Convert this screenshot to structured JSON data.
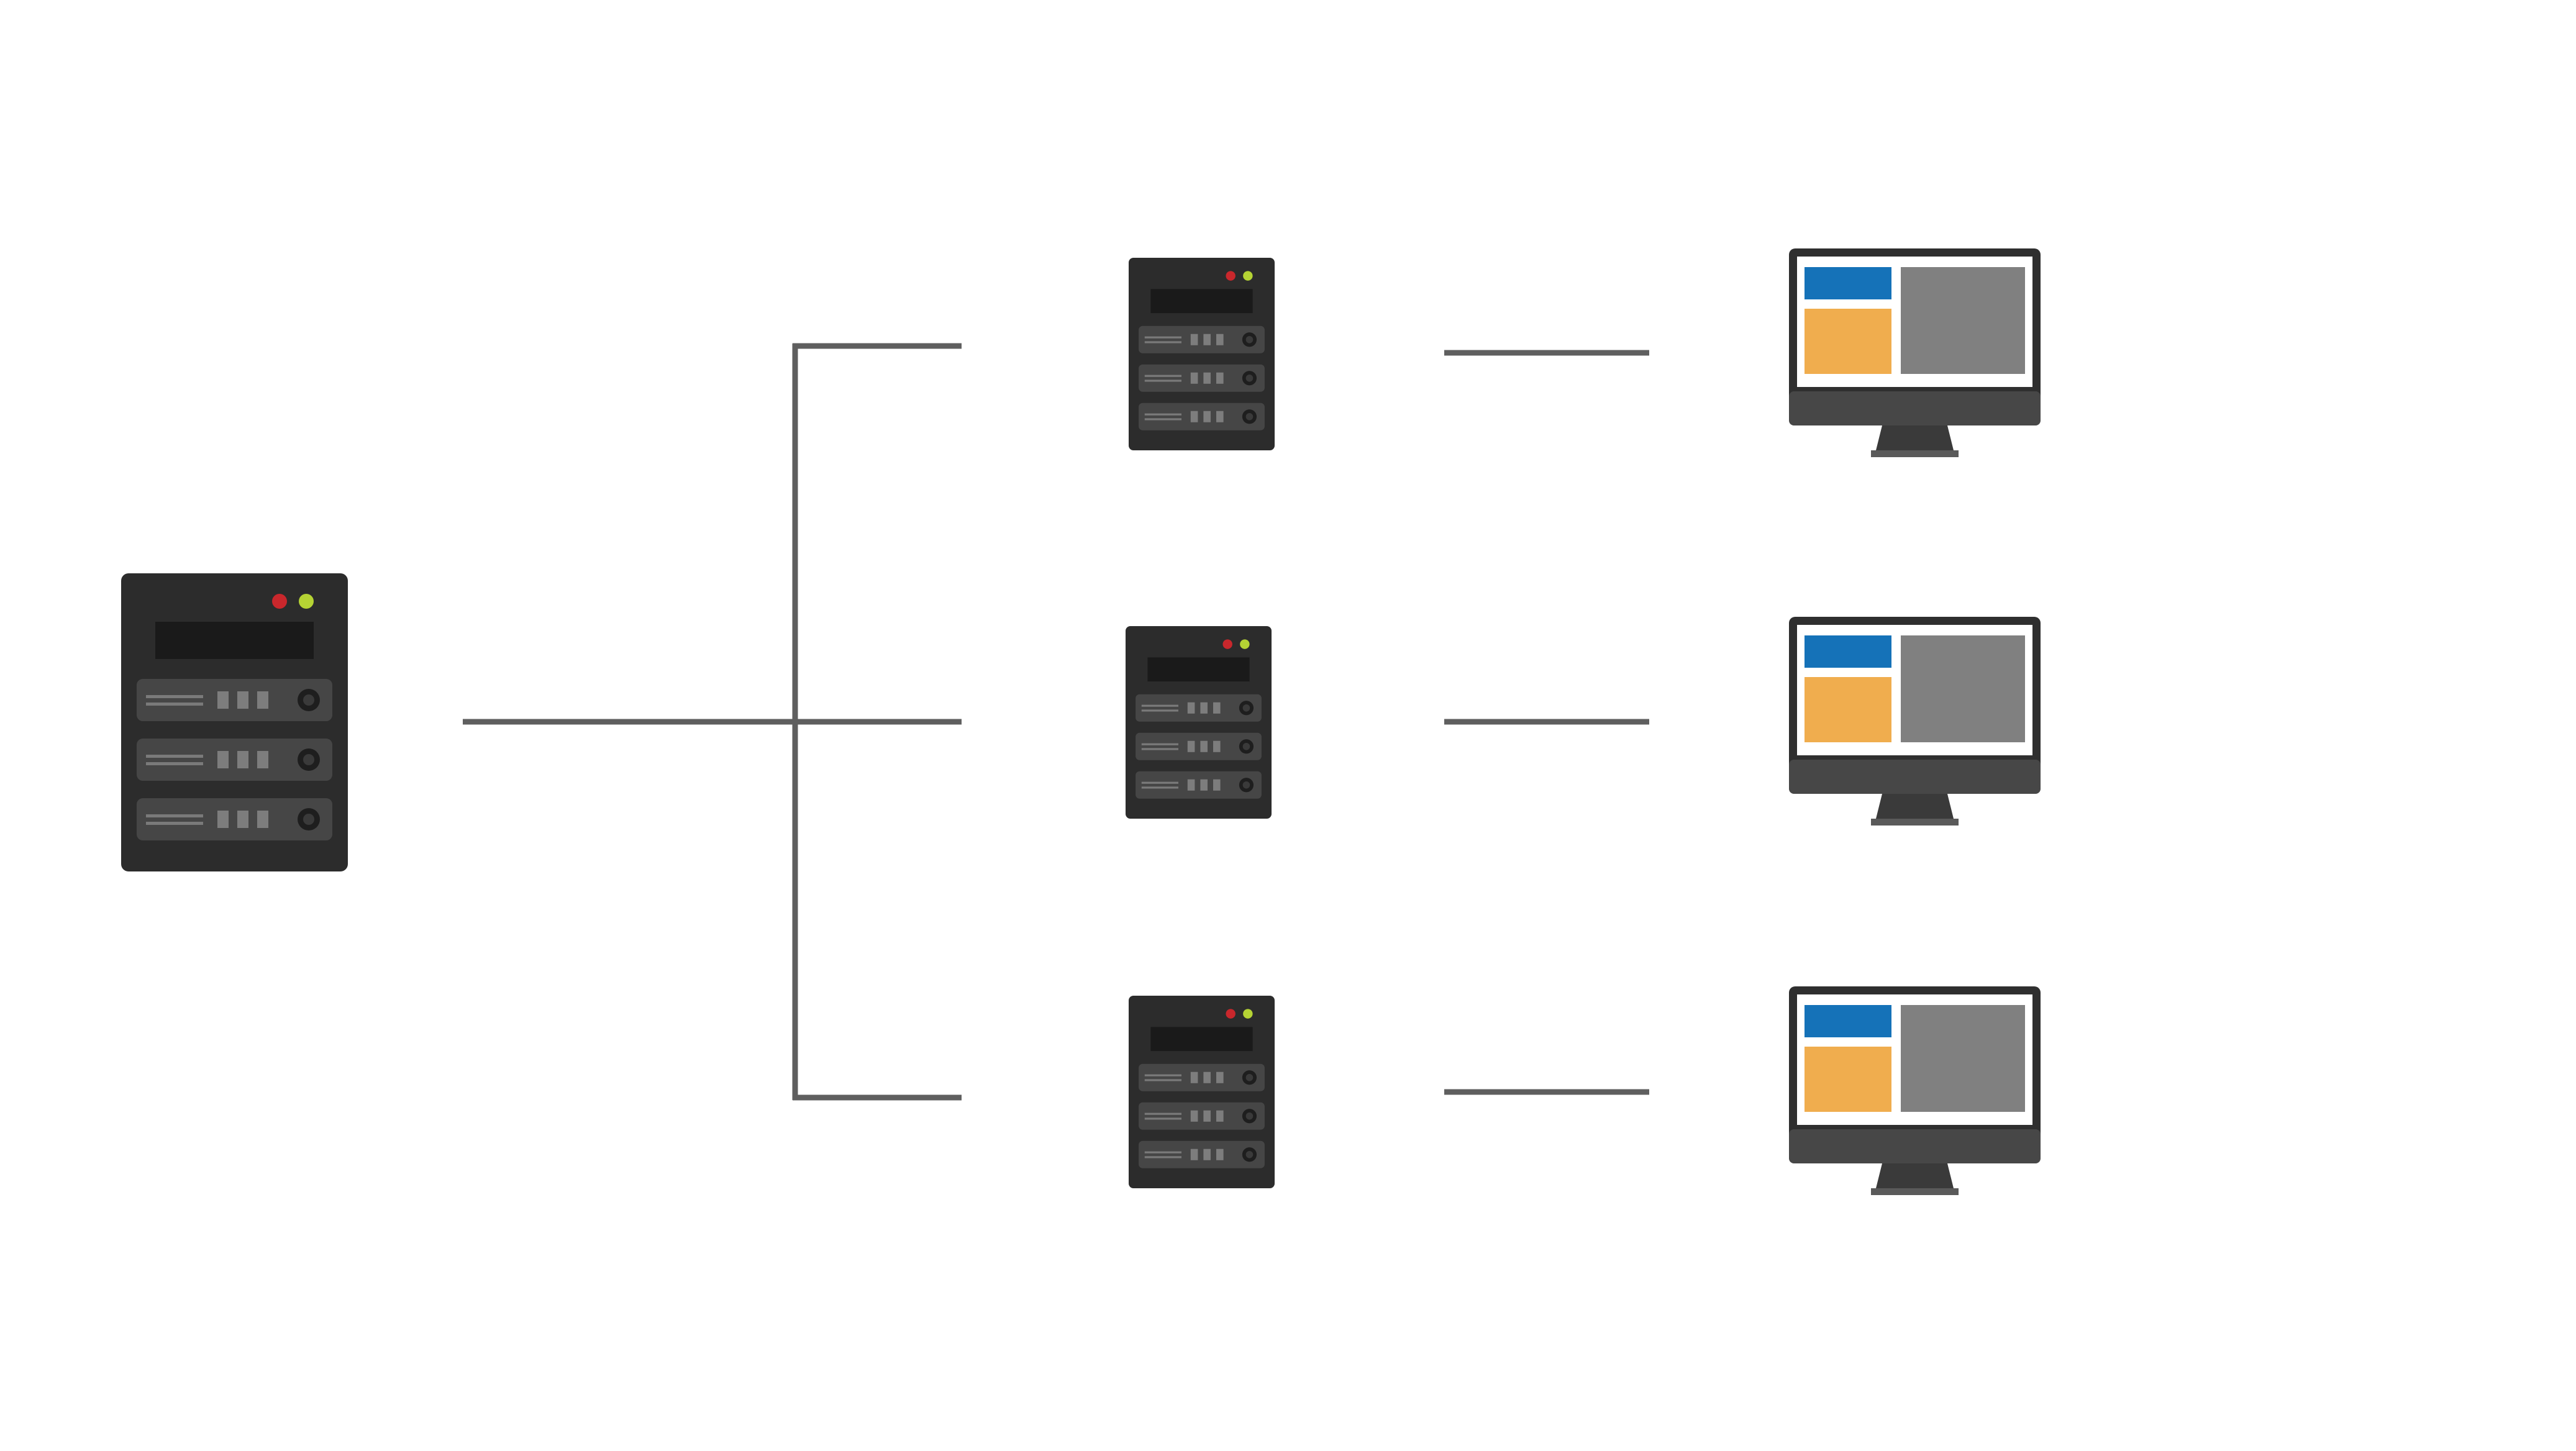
{
  "colors": {
    "background": "#ffffff",
    "connector": "#5f5f5f",
    "server_body": "#2c2c2c",
    "server_display": "#1a1a1a",
    "server_bay": "#464646",
    "server_slot_line": "#7a7a7a",
    "server_port": "#7d7d7d",
    "server_knob": "#1e1e1e",
    "led_red": "#c9272c",
    "led_green": "#b5d334",
    "monitor_frame": "#2f2f2f",
    "monitor_chin": "#474747",
    "monitor_screen": "#ffffff",
    "panel_blue": "#1572b8",
    "panel_orange": "#f0ad4e",
    "panel_gray": "#808080",
    "stand": "#3a3a3a",
    "stand_base": "#5a5a5a"
  },
  "nodes": [
    {
      "id": "main",
      "kind": "server",
      "icon": "main-server-icon"
    },
    {
      "id": "s1",
      "kind": "server",
      "icon": "server-icon"
    },
    {
      "id": "s2",
      "kind": "server",
      "icon": "server-icon"
    },
    {
      "id": "s3",
      "kind": "server",
      "icon": "server-icon"
    },
    {
      "id": "m1",
      "kind": "monitor",
      "icon": "monitor-icon"
    },
    {
      "id": "m2",
      "kind": "monitor",
      "icon": "monitor-icon"
    },
    {
      "id": "m3",
      "kind": "monitor",
      "icon": "monitor-icon"
    }
  ],
  "edges": [
    {
      "from": "main",
      "to": "s1"
    },
    {
      "from": "main",
      "to": "s2"
    },
    {
      "from": "main",
      "to": "s3"
    },
    {
      "from": "s1",
      "to": "m1"
    },
    {
      "from": "s2",
      "to": "m2"
    },
    {
      "from": "s3",
      "to": "m3"
    }
  ]
}
